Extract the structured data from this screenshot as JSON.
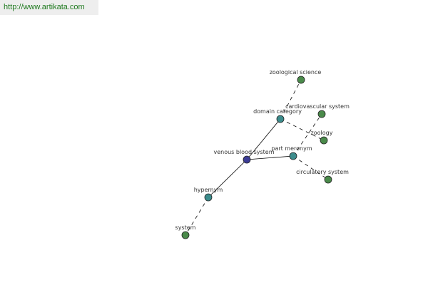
{
  "source": {
    "url_text": "http://www.artikata.com"
  },
  "colors": {
    "center_node": "#3c3c96",
    "relation_node": "#3c8c8c",
    "leaf_node": "#4a8a4a",
    "node_stroke": "#222222",
    "edge": "#000000",
    "banner_bg": "#eeeeee",
    "link": "#1f7a1f"
  },
  "graph": {
    "nodes": [
      {
        "id": "center",
        "label": "venous blood system",
        "kind": "center"
      },
      {
        "id": "domain",
        "label": "domain category",
        "kind": "relation"
      },
      {
        "id": "part",
        "label": "part meronym",
        "kind": "relation"
      },
      {
        "id": "hyper",
        "label": "hypernym",
        "kind": "relation"
      },
      {
        "id": "zoosci",
        "label": "zoological science",
        "kind": "leaf"
      },
      {
        "id": "zoology",
        "label": "zoology",
        "kind": "leaf"
      },
      {
        "id": "cardio",
        "label": "cardiovascular system",
        "kind": "leaf"
      },
      {
        "id": "circ",
        "label": "circulatory system",
        "kind": "leaf"
      },
      {
        "id": "system",
        "label": "system",
        "kind": "leaf"
      }
    ],
    "edges": [
      {
        "from": "center",
        "to": "domain",
        "style": "solid"
      },
      {
        "from": "center",
        "to": "part",
        "style": "solid"
      },
      {
        "from": "center",
        "to": "hyper",
        "style": "solid"
      },
      {
        "from": "domain",
        "to": "zoosci",
        "style": "dashed"
      },
      {
        "from": "domain",
        "to": "zoology",
        "style": "dashed"
      },
      {
        "from": "part",
        "to": "cardio",
        "style": "dashed"
      },
      {
        "from": "part",
        "to": "circ",
        "style": "dashed"
      },
      {
        "from": "hyper",
        "to": "system",
        "style": "dashed"
      }
    ]
  }
}
